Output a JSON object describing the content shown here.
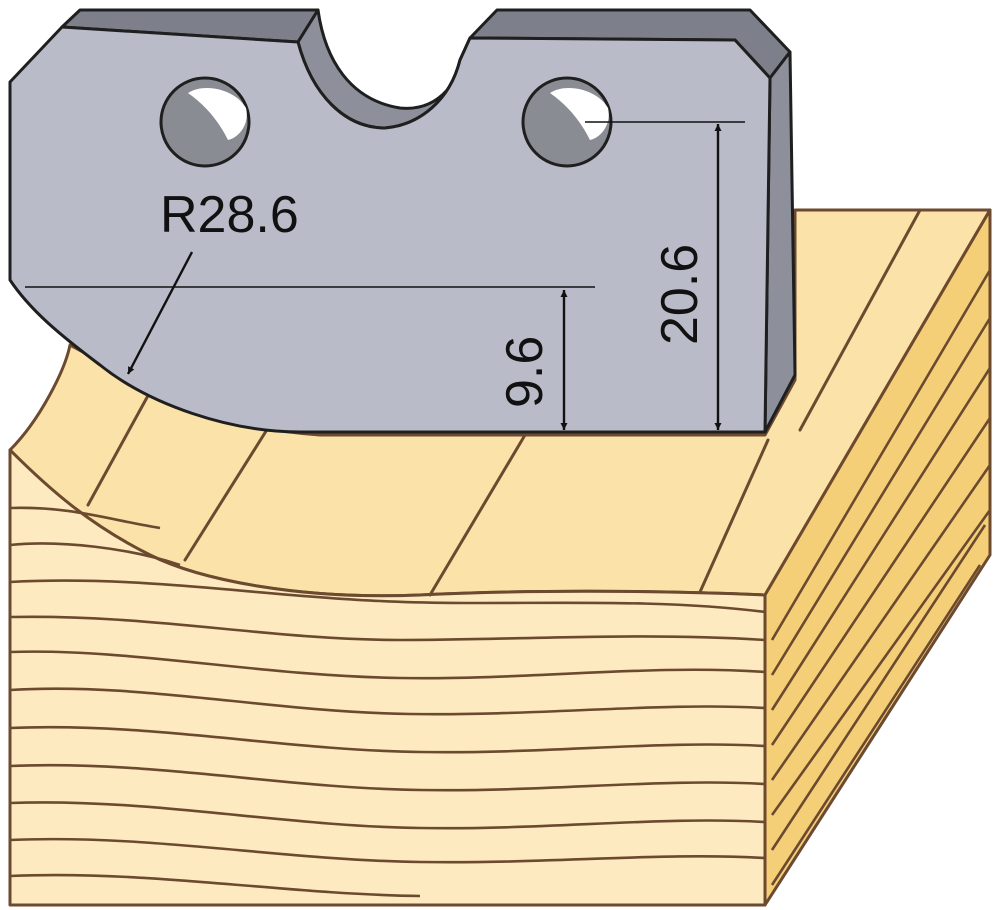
{
  "dimensions": {
    "radius": "R28.6",
    "height_total": "20.6",
    "height_profile": "9.6"
  },
  "colors": {
    "blade_face": "#b9bcc8",
    "blade_side": "#8d909b",
    "blade_top": "#7d808a",
    "hole_dark": "#8a8c94",
    "hole_light": "#ffffff",
    "wood_top": "#fbe2a8",
    "wood_front": "#fdeac0",
    "wood_side": "#f5cf77",
    "grain": "#6b4a2f",
    "dimension": "#111111"
  },
  "icons": [
    "cutter-blade",
    "wood-workpiece",
    "dimension-arrow"
  ]
}
